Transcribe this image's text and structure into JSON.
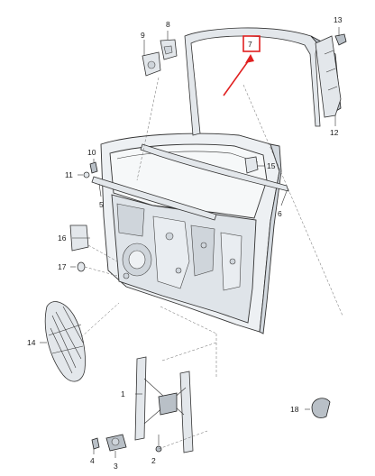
{
  "diagram": {
    "highlight_color": "#e02020",
    "callouts": [
      {
        "id": "c1",
        "label": "1"
      },
      {
        "id": "c2",
        "label": "2"
      },
      {
        "id": "c3",
        "label": "3"
      },
      {
        "id": "c4",
        "label": "4"
      },
      {
        "id": "c5",
        "label": "5"
      },
      {
        "id": "c6",
        "label": "6"
      },
      {
        "id": "c7",
        "label": "7"
      },
      {
        "id": "c8",
        "label": "8"
      },
      {
        "id": "c9",
        "label": "9"
      },
      {
        "id": "c10",
        "label": "10"
      },
      {
        "id": "c11",
        "label": "11"
      },
      {
        "id": "c12",
        "label": "12"
      },
      {
        "id": "c13",
        "label": "13"
      },
      {
        "id": "c14",
        "label": "14"
      },
      {
        "id": "c15",
        "label": "15"
      },
      {
        "id": "c16",
        "label": "16"
      },
      {
        "id": "c17",
        "label": "17"
      },
      {
        "id": "c18",
        "label": "18"
      }
    ]
  }
}
